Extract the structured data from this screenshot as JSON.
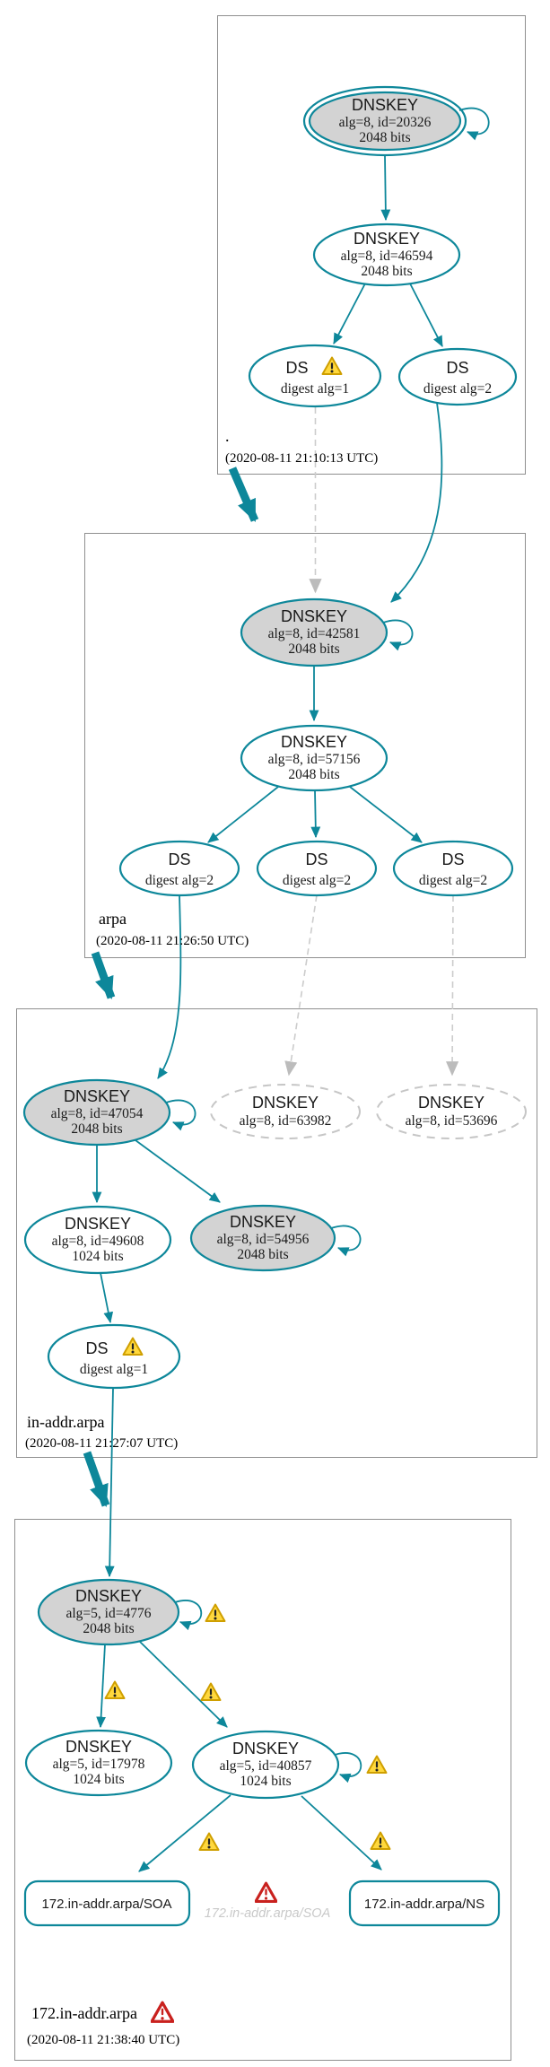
{
  "colors": {
    "secure_accent": "#0d879a",
    "ksk_fill": "#d3d3d3",
    "insecure_gray": "#c6c6c6",
    "warning_yellow": "#ffd83d",
    "warning_border": "#cf9f00",
    "error_red": "#c9211e"
  },
  "zones": [
    {
      "name": ".",
      "timestamp": "(2020-08-11 21:10:13 UTC)",
      "nodes": {
        "ksk": {
          "title": "DNSKEY",
          "detail": "alg=8, id=20326",
          "bits": "2048 bits"
        },
        "zsk": {
          "title": "DNSKEY",
          "detail": "alg=8, id=46594",
          "bits": "2048 bits"
        },
        "ds1": {
          "title": "DS",
          "detail": "digest alg=1"
        },
        "ds2": {
          "title": "DS",
          "detail": "digest alg=2"
        }
      }
    },
    {
      "name": "arpa",
      "timestamp": "(2020-08-11 21:26:50 UTC)",
      "nodes": {
        "ksk": {
          "title": "DNSKEY",
          "detail": "alg=8, id=42581",
          "bits": "2048 bits"
        },
        "zsk": {
          "title": "DNSKEY",
          "detail": "alg=8, id=57156",
          "bits": "2048 bits"
        },
        "ds1": {
          "title": "DS",
          "detail": "digest alg=2"
        },
        "ds2": {
          "title": "DS",
          "detail": "digest alg=2"
        },
        "ds3": {
          "title": "DS",
          "detail": "digest alg=2"
        }
      }
    },
    {
      "name": "in-addr.arpa",
      "timestamp": "(2020-08-11 21:27:07 UTC)",
      "nodes": {
        "ksk": {
          "title": "DNSKEY",
          "detail": "alg=8, id=47054",
          "bits": "2048 bits"
        },
        "missing1": {
          "title": "DNSKEY",
          "detail": "alg=8, id=63982"
        },
        "missing2": {
          "title": "DNSKEY",
          "detail": "alg=8, id=53696"
        },
        "zsk1": {
          "title": "DNSKEY",
          "detail": "alg=8, id=49608",
          "bits": "1024 bits"
        },
        "zsk2": {
          "title": "DNSKEY",
          "detail": "alg=8, id=54956",
          "bits": "2048 bits"
        },
        "ds1": {
          "title": "DS",
          "detail": "digest alg=1"
        }
      }
    },
    {
      "name": "172.in-addr.arpa",
      "timestamp": "(2020-08-11 21:38:40 UTC)",
      "nodes": {
        "ksk": {
          "title": "DNSKEY",
          "detail": "alg=5, id=4776",
          "bits": "2048 bits"
        },
        "zsk1": {
          "title": "DNSKEY",
          "detail": "alg=5, id=17978",
          "bits": "1024 bits"
        },
        "zsk2": {
          "title": "DNSKEY",
          "detail": "alg=5, id=40857",
          "bits": "1024 bits"
        },
        "soa": {
          "label": "172.in-addr.arpa/SOA"
        },
        "ns": {
          "label": "172.in-addr.arpa/NS"
        },
        "missing_soa": {
          "label": "172.in-addr.arpa/SOA"
        }
      }
    }
  ]
}
